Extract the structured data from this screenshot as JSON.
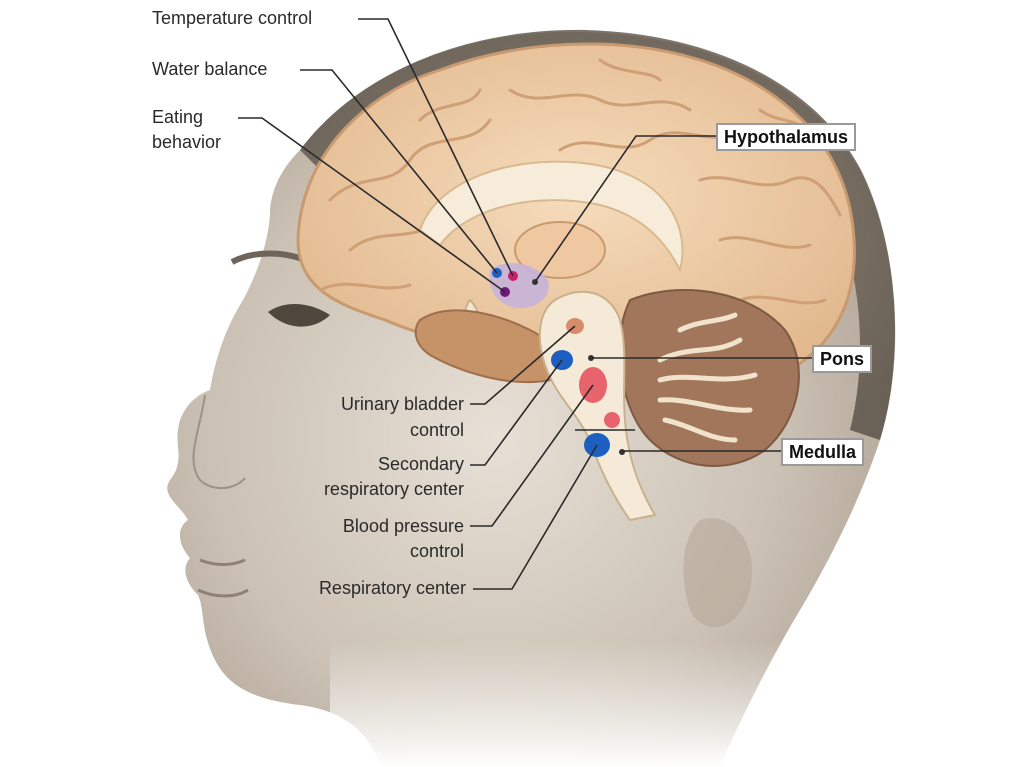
{
  "labels": {
    "temperature_control": "Temperature control",
    "water_balance": "Water balance",
    "eating_behavior_1": "Eating",
    "eating_behavior_2": "behavior",
    "urinary_bladder_1": "Urinary bladder",
    "urinary_bladder_2": "control",
    "secondary_resp_1": "Secondary",
    "secondary_resp_2": "respiratory center",
    "blood_pressure_1": "Blood pressure",
    "blood_pressure_2": "control",
    "respiratory_center": "Respiratory center"
  },
  "regions": {
    "hypothalamus": "Hypothalamus",
    "pons": "Pons",
    "medulla": "Medulla"
  },
  "colors": {
    "skin": "#c9bfb2",
    "cerebrum": "#f1d2ac",
    "brainstem": "#f5ead7",
    "cerebellum": "#a2765a",
    "marker_blue": "#1d5fc0",
    "marker_red": "#e8646c",
    "marker_magenta": "#c8206a",
    "hypothalamus_fill": "#c7b3d9"
  }
}
